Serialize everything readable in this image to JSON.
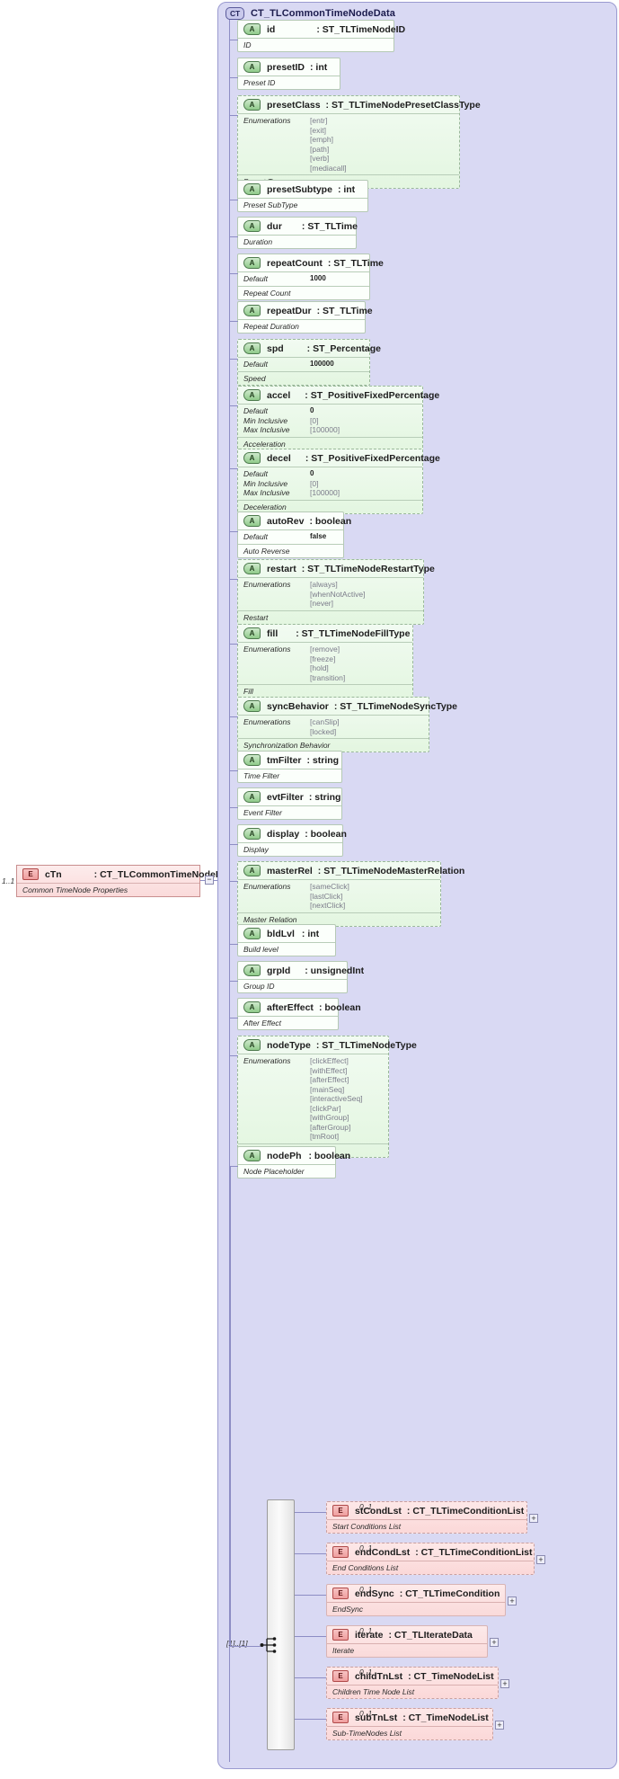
{
  "diagram": {
    "type": "xsd-schema-diagram",
    "complex_type": {
      "badge": "CT",
      "name": "CT_TLCommonTimeNodeData"
    },
    "root_element": {
      "badge": "E",
      "name": "cTn",
      "separator": ":",
      "type": "CT_TLCommonTimeNodeData",
      "documentation": "Common TimeNode Properties",
      "cardinality": "1..1",
      "toggle": "−"
    },
    "compositor": {
      "cardinality": "[1]..[1]",
      "icon": "sequence-icon"
    },
    "attributes": [
      {
        "badge": "A",
        "name": "id",
        "type": "ST_TLTimeNodeID",
        "doc": "ID",
        "facets": [],
        "solid": true
      },
      {
        "badge": "A",
        "name": "presetID",
        "type": "int",
        "doc": "Preset ID",
        "facets": [],
        "solid": true
      },
      {
        "badge": "A",
        "name": "presetClass",
        "type": "ST_TLTimeNodePresetClassType",
        "doc": "Preset Types",
        "facets": [
          {
            "label": "Enumerations",
            "values": [
              "[entr]",
              "[exit]",
              "[emph]",
              "[path]",
              "[verb]",
              "[mediacall]"
            ]
          }
        ],
        "solid": false
      },
      {
        "badge": "A",
        "name": "presetSubtype",
        "type": "int",
        "doc": "Preset SubType",
        "facets": [],
        "solid": true
      },
      {
        "badge": "A",
        "name": "dur",
        "type": "ST_TLTime",
        "doc": "Duration",
        "facets": [],
        "solid": true
      },
      {
        "badge": "A",
        "name": "repeatCount",
        "type": "ST_TLTime",
        "doc": "Repeat Count",
        "facets": [
          {
            "label": "Default",
            "values": [
              "1000"
            ],
            "dark": true
          }
        ],
        "solid": true
      },
      {
        "badge": "A",
        "name": "repeatDur",
        "type": "ST_TLTime",
        "doc": "Repeat Duration",
        "facets": [],
        "solid": true
      },
      {
        "badge": "A",
        "name": "spd",
        "type": "ST_Percentage",
        "doc": "Speed",
        "facets": [
          {
            "label": "Default",
            "values": [
              "100000"
            ],
            "dark": true
          }
        ],
        "solid": false
      },
      {
        "badge": "A",
        "name": "accel",
        "type": "ST_PositiveFixedPercentage",
        "doc": "Acceleration",
        "facets": [
          {
            "label": "Default",
            "values": [
              "0"
            ],
            "dark": true
          },
          {
            "label": "Min Inclusive",
            "values": [
              "[0]"
            ]
          },
          {
            "label": "Max Inclusive",
            "values": [
              "[100000]"
            ]
          }
        ],
        "solid": false
      },
      {
        "badge": "A",
        "name": "decel",
        "type": "ST_PositiveFixedPercentage",
        "doc": "Deceleration",
        "facets": [
          {
            "label": "Default",
            "values": [
              "0"
            ],
            "dark": true
          },
          {
            "label": "Min Inclusive",
            "values": [
              "[0]"
            ]
          },
          {
            "label": "Max Inclusive",
            "values": [
              "[100000]"
            ]
          }
        ],
        "solid": false
      },
      {
        "badge": "A",
        "name": "autoRev",
        "type": "boolean",
        "doc": "Auto Reverse",
        "facets": [
          {
            "label": "Default",
            "values": [
              "false"
            ],
            "dark": true
          }
        ],
        "solid": true
      },
      {
        "badge": "A",
        "name": "restart",
        "type": "ST_TLTimeNodeRestartType",
        "doc": "Restart",
        "facets": [
          {
            "label": "Enumerations",
            "values": [
              "[always]",
              "[whenNotActive]",
              "[never]"
            ]
          }
        ],
        "solid": false
      },
      {
        "badge": "A",
        "name": "fill",
        "type": "ST_TLTimeNodeFillType",
        "doc": "Fill",
        "facets": [
          {
            "label": "Enumerations",
            "values": [
              "[remove]",
              "[freeze]",
              "[hold]",
              "[transition]"
            ]
          }
        ],
        "solid": false
      },
      {
        "badge": "A",
        "name": "syncBehavior",
        "type": "ST_TLTimeNodeSyncType",
        "doc": "Synchronization Behavior",
        "facets": [
          {
            "label": "Enumerations",
            "values": [
              "[canSlip]",
              "[locked]"
            ]
          }
        ],
        "solid": false
      },
      {
        "badge": "A",
        "name": "tmFilter",
        "type": "string",
        "doc": "Time Filter",
        "facets": [],
        "solid": true
      },
      {
        "badge": "A",
        "name": "evtFilter",
        "type": "string",
        "doc": "Event Filter",
        "facets": [],
        "solid": true
      },
      {
        "badge": "A",
        "name": "display",
        "type": "boolean",
        "doc": "Display",
        "facets": [],
        "solid": true
      },
      {
        "badge": "A",
        "name": "masterRel",
        "type": "ST_TLTimeNodeMasterRelation",
        "doc": "Master Relation",
        "facets": [
          {
            "label": "Enumerations",
            "values": [
              "[sameClick]",
              "[lastClick]",
              "[nextClick]"
            ]
          }
        ],
        "solid": false
      },
      {
        "badge": "A",
        "name": "bldLvl",
        "type": "int",
        "doc": "Build level",
        "facets": [],
        "solid": true
      },
      {
        "badge": "A",
        "name": "grpId",
        "type": "unsignedInt",
        "doc": "Group ID",
        "facets": [],
        "solid": true
      },
      {
        "badge": "A",
        "name": "afterEffect",
        "type": "boolean",
        "doc": "After Effect",
        "facets": [],
        "solid": true
      },
      {
        "badge": "A",
        "name": "nodeType",
        "type": "ST_TLTimeNodeType",
        "doc": "Node Type",
        "facets": [
          {
            "label": "Enumerations",
            "values": [
              "[clickEffect]",
              "[withEffect]",
              "[afterEffect]",
              "[mainSeq]",
              "[interactiveSeq]",
              "[clickPar]",
              "[withGroup]",
              "[afterGroup]",
              "[tmRoot]"
            ]
          }
        ],
        "solid": false
      },
      {
        "badge": "A",
        "name": "nodePh",
        "type": "boolean",
        "doc": "Node Placeholder",
        "facets": [],
        "solid": true
      }
    ],
    "child_elements": [
      {
        "badge": "E",
        "name": "stCondLst",
        "type": "CT_TLTimeConditionList",
        "doc": "Start Conditions List",
        "cardinality": "0..1",
        "expand": "+",
        "solid": false
      },
      {
        "badge": "E",
        "name": "endCondLst",
        "type": "CT_TLTimeConditionList",
        "doc": "End Conditions List",
        "cardinality": "0..1",
        "expand": "+",
        "solid": false
      },
      {
        "badge": "E",
        "name": "endSync",
        "type": "CT_TLTimeCondition",
        "doc": "EndSync",
        "cardinality": "0..1",
        "expand": "+",
        "solid": true
      },
      {
        "badge": "E",
        "name": "iterate",
        "type": "CT_TLIterateData",
        "doc": "Iterate",
        "cardinality": "0..1",
        "expand": "+",
        "solid": true
      },
      {
        "badge": "E",
        "name": "childTnLst",
        "type": "CT_TimeNodeList",
        "doc": "Children Time Node List",
        "cardinality": "0..1",
        "expand": "+",
        "solid": false
      },
      {
        "badge": "E",
        "name": "subTnLst",
        "type": "CT_TimeNodeList",
        "doc": "Sub-TimeNodes List",
        "cardinality": "0..1",
        "expand": "+",
        "solid": false
      }
    ],
    "colors": {
      "container_fill": "#d9d9f3",
      "attribute_fill": "#e3f6e0",
      "element_fill": "#fbd8d8",
      "line": "#8d8dc4"
    }
  }
}
